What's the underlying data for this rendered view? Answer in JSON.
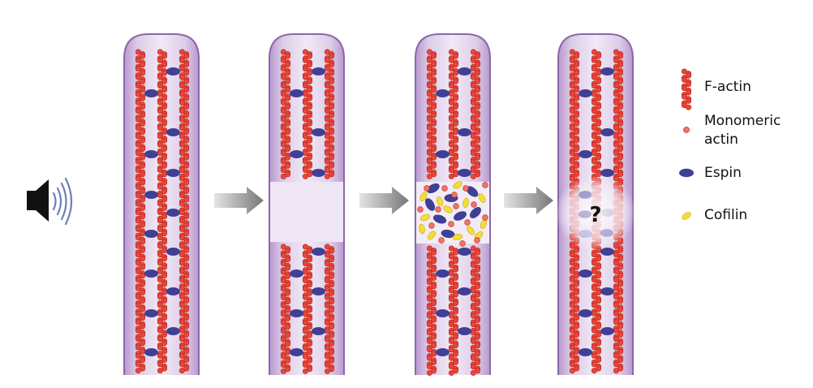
{
  "colors": {
    "stereocilium_fill": "#dccbe6",
    "stereocilium_edge": "#8a68a8",
    "actin": "#e8463a",
    "actin_edge": "#b8261c",
    "espin": "#3f3f95",
    "cofilin": "#f2de38",
    "cofilin_edge": "#d2aa10",
    "arrow": "#888888",
    "speaker": "#111111",
    "sound_wave": "#6d7fb8"
  },
  "icons": [
    "speaker-icon",
    "sound-wave-icon",
    "process-arrow-icon"
  ],
  "panels": [
    {
      "stage": "intact"
    },
    {
      "stage": "gap"
    },
    {
      "stage": "repair-in-progress"
    },
    {
      "stage": "unknown",
      "mark": "?"
    }
  ],
  "legend": {
    "items": [
      {
        "kind": "f-actin",
        "label": "F-actin"
      },
      {
        "kind": "monomeric-actin",
        "label": "Monomeric actin",
        "lines": [
          "Monomeric",
          "actin"
        ]
      },
      {
        "kind": "espin",
        "label": "Espin"
      },
      {
        "kind": "cofilin",
        "label": "Cofilin"
      }
    ]
  }
}
